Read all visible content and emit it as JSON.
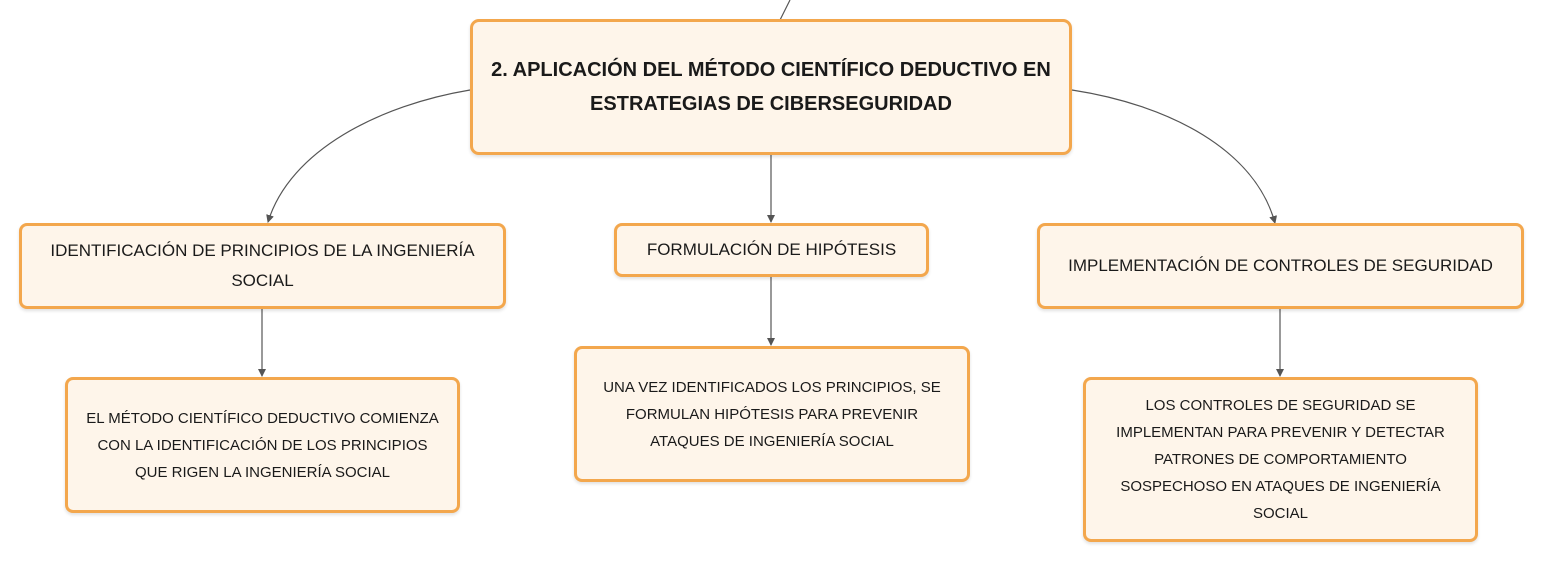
{
  "diagram": {
    "root": {
      "title": "2. APLICACIÓN DEL MÉTODO CIENTÍFICO DEDUCTIVO EN ESTRATEGIAS DE CIBERSEGURIDAD"
    },
    "branches": [
      {
        "label": "IDENTIFICACIÓN DE PRINCIPIOS DE LA INGENIERÍA SOCIAL",
        "detail": "EL MÉTODO CIENTÍFICO DEDUCTIVO COMIENZA CON LA IDENTIFICACIÓN DE LOS PRINCIPIOS QUE RIGEN LA INGENIERÍA SOCIAL"
      },
      {
        "label": "FORMULACIÓN DE HIPÓTESIS",
        "detail": "UNA VEZ IDENTIFICADOS LOS PRINCIPIOS, SE FORMULAN HIPÓTESIS PARA PREVENIR ATAQUES DE INGENIERÍA SOCIAL"
      },
      {
        "label": "IMPLEMENTACIÓN DE CONTROLES DE SEGURIDAD",
        "detail": "LOS CONTROLES DE SEGURIDAD SE IMPLEMENTAN PARA PREVENIR Y DETECTAR PATRONES DE COMPORTAMIENTO SOSPECHOSO EN ATAQUES DE INGENIERÍA SOCIAL"
      }
    ]
  },
  "colors": {
    "node_fill": "#fef5ea",
    "node_border": "#f3a74d",
    "connector": "#555555"
  }
}
